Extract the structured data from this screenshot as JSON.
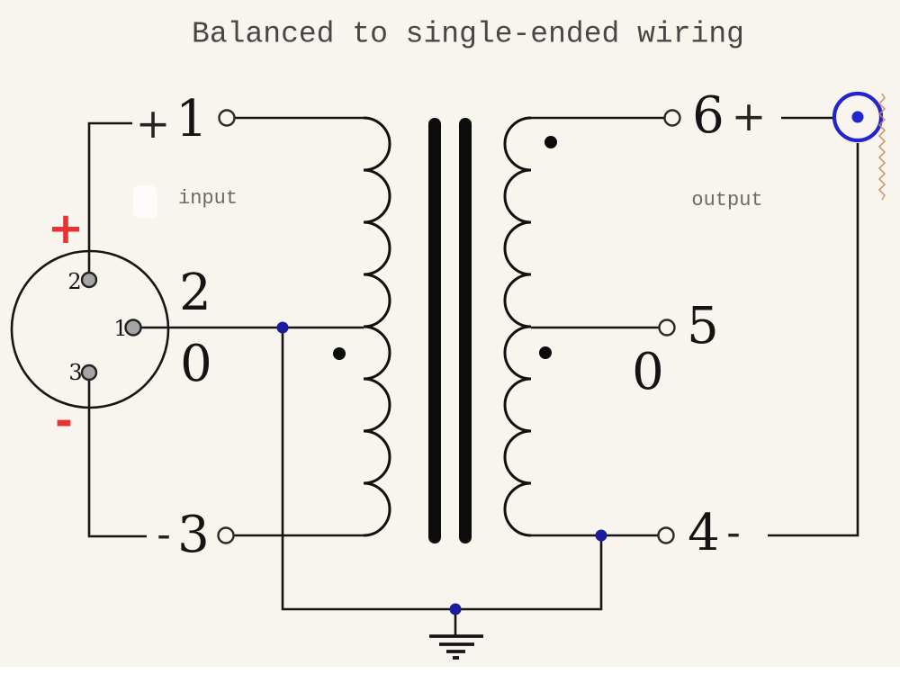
{
  "title": "Balanced to single-ended wiring",
  "labels": {
    "input": "input",
    "output": "output"
  },
  "xlr": {
    "polarity_top": "+",
    "polarity_bottom": "-",
    "pin_top": "2",
    "pin_middle": "1",
    "pin_bottom": "3"
  },
  "terminals": {
    "left": {
      "hot_sign": "+",
      "hot": "1",
      "mid": "2",
      "mid_zero": "0",
      "cold_sign": "-",
      "cold": "3"
    },
    "right": {
      "hot": "6",
      "hot_sign": "+",
      "mid": "5",
      "mid_zero": "0",
      "cold": "4",
      "cold_sign": "-"
    }
  },
  "colors": {
    "background": "#f8f4ee",
    "wire": "#161616",
    "digit_text": "#141414",
    "title_gray": "#474747",
    "label_gray": "#6a6a6a",
    "polarity_red": "#e63333",
    "junction_blue": "#1c1c9c",
    "rca_blue": "#2323cf",
    "pin_gray": "#a5a5a5",
    "artifact_tan": "#c58a5e"
  }
}
